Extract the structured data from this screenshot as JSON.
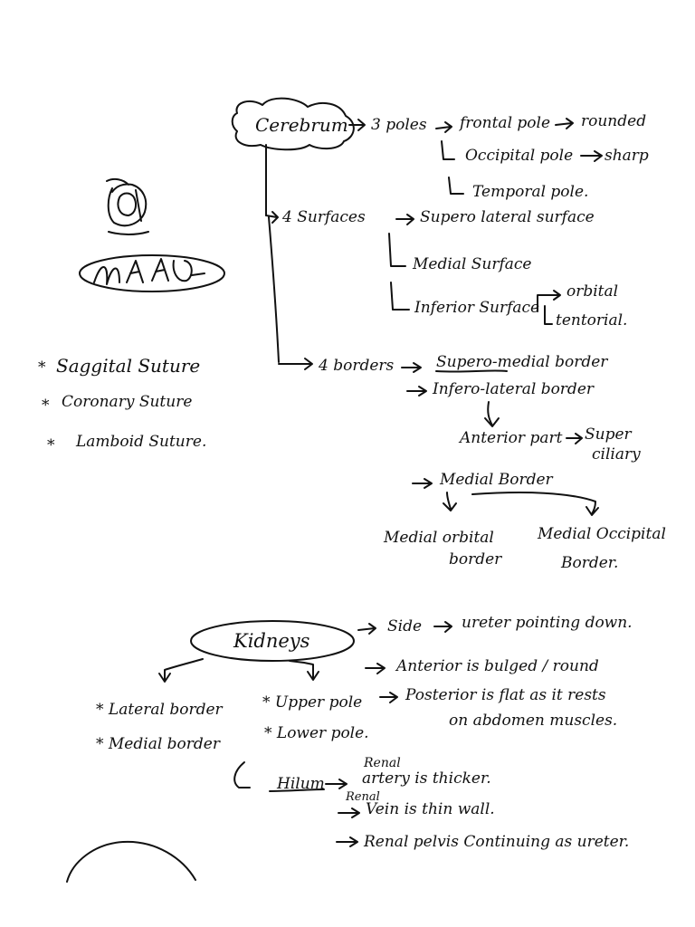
{
  "cerebrum": {
    "title": "Cerebrum",
    "poles_label": "3 poles",
    "poles": [
      "frontal pole",
      "Occipital pole",
      "Temporal pole."
    ],
    "frontal_note": "rounded",
    "occipital_note": "sharp",
    "surfaces_label": "4 Surfaces",
    "surfaces": [
      "Supero lateral surface",
      "Medial Surface",
      "Inferior Surface"
    ],
    "inferior_parts": [
      "orbital",
      "tentorial."
    ],
    "borders_label": "4 borders",
    "borders": [
      "Supero-medial border",
      "Infero-lateral border",
      "Medial Border"
    ],
    "anterior_part": "Anterior part",
    "superciliary": [
      "Super",
      "ciliary"
    ],
    "medial_orbital": [
      "Medial orbital",
      "border"
    ],
    "medial_occipital": [
      "Medial Occipital",
      "Border."
    ]
  },
  "sutures": [
    "Saggital Suture",
    "Coronary Suture",
    "Lamboid Suture."
  ],
  "kidneys": {
    "title": "Kidneys",
    "side": "Side",
    "side_note": "ureter pointing down.",
    "anterior": "Anterior is bulged / round",
    "posterior": [
      "Posterior is flat as it rests",
      "on abdomen muscles."
    ],
    "lateral_border": "* Lateral border",
    "medial_border": "* Medial border",
    "upper_pole": "* Upper pole",
    "lower_pole": "* Lower pole.",
    "hilum": "Hilum",
    "renal_1": "Renal",
    "artery": "artery is thicker.",
    "renal_2": "Renal",
    "vein": "Vein is thin wall.",
    "pelvis": "Renal pelvis Continuing as ureter."
  }
}
